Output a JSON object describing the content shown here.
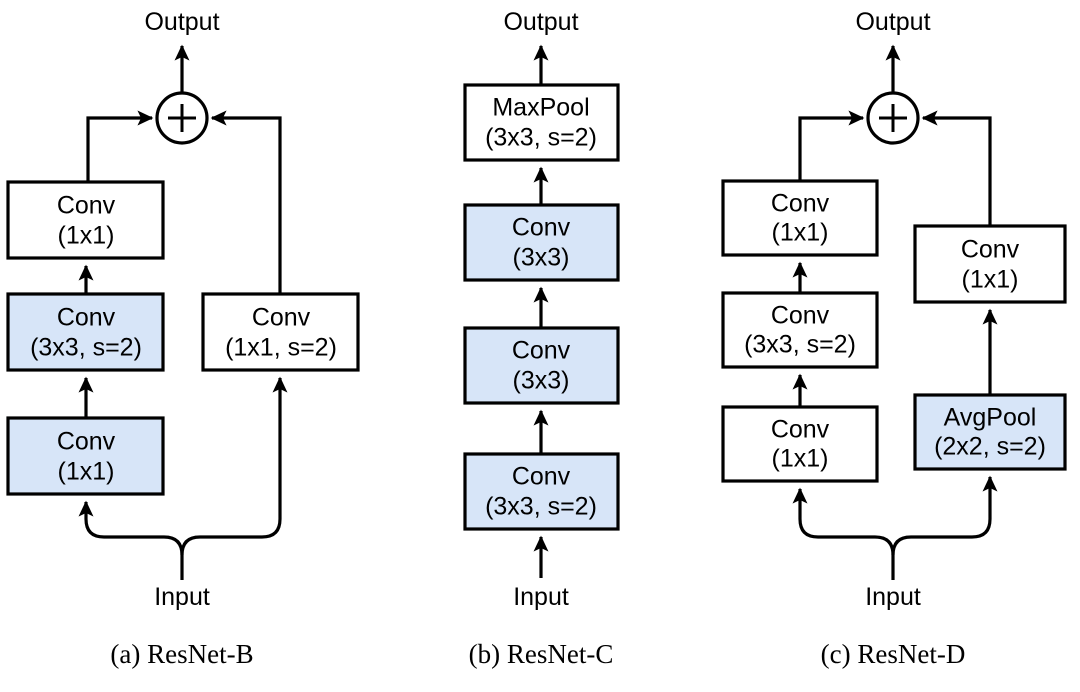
{
  "figure": {
    "background_color": "#ffffff",
    "line_color": "#000000",
    "highlight_fill": "#d7e5f8",
    "plain_fill": "#ffffff",
    "io_labels": {
      "input": "Input",
      "output": "Output"
    },
    "sum_symbol": "+"
  },
  "panels": [
    {
      "id": "resnet-b",
      "caption": "(a) ResNet-B",
      "output_label": "Output",
      "input_label": "Input",
      "main_path": [
        {
          "name": "conv-1x1-top",
          "title": "Conv",
          "subtitle": "(1x1)",
          "highlighted": false
        },
        {
          "name": "conv-3x3-s2",
          "title": "Conv",
          "subtitle": "(3x3, s=2)",
          "highlighted": true
        },
        {
          "name": "conv-1x1-bottom",
          "title": "Conv",
          "subtitle": "(1x1)",
          "highlighted": true
        }
      ],
      "shortcut_path": [
        {
          "name": "conv-1x1-s2-shortcut",
          "title": "Conv",
          "subtitle": "(1x1, s=2)",
          "highlighted": false
        }
      ]
    },
    {
      "id": "resnet-c",
      "caption": "(b) ResNet-C",
      "output_label": "Output",
      "input_label": "Input",
      "main_path": [
        {
          "name": "maxpool-3x3-s2",
          "title": "MaxPool",
          "subtitle": "(3x3, s=2)",
          "highlighted": false
        },
        {
          "name": "conv-3x3-third",
          "title": "Conv",
          "subtitle": "(3x3)",
          "highlighted": true
        },
        {
          "name": "conv-3x3-second",
          "title": "Conv",
          "subtitle": "(3x3)",
          "highlighted": true
        },
        {
          "name": "conv-3x3-s2-first",
          "title": "Conv",
          "subtitle": "(3x3, s=2)",
          "highlighted": true
        }
      ],
      "shortcut_path": []
    },
    {
      "id": "resnet-d",
      "caption": "(c) ResNet-D",
      "output_label": "Output",
      "input_label": "Input",
      "main_path": [
        {
          "name": "conv-1x1-top",
          "title": "Conv",
          "subtitle": "(1x1)",
          "highlighted": false
        },
        {
          "name": "conv-3x3-s2",
          "title": "Conv",
          "subtitle": "(3x3, s=2)",
          "highlighted": false
        },
        {
          "name": "conv-1x1-bottom",
          "title": "Conv",
          "subtitle": "(1x1)",
          "highlighted": false
        }
      ],
      "shortcut_path": [
        {
          "name": "conv-1x1-shortcut",
          "title": "Conv",
          "subtitle": "(1x1)",
          "highlighted": false
        },
        {
          "name": "avgpool-2x2-s2",
          "title": "AvgPool",
          "subtitle": "(2x2, s=2)",
          "highlighted": true
        }
      ]
    }
  ]
}
